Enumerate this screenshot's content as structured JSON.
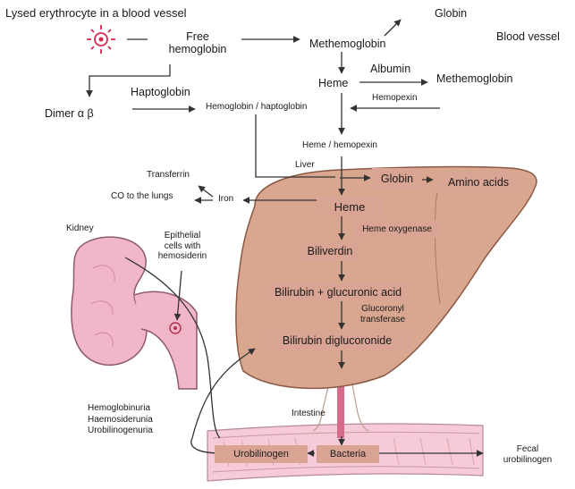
{
  "labels": {
    "lysed": "Lysed erythrocyte in a blood vessel",
    "free_hb_1": "Free",
    "free_hb_2": "hemoglobin",
    "methemoglobin_top": "Methemoglobin",
    "globin_top": "Globin",
    "blood_vessel": "Blood vessel",
    "albumin": "Albumin",
    "heme_top": "Heme",
    "methemoglobin_right": "Methemoglobin",
    "hemopexin": "Hemopexin",
    "haptoglobin": "Haptoglobin",
    "dimer": "Dimer α β",
    "hb_haptoglobin": "Hemoglobin / haptoglobin",
    "heme_hemopexin": "Heme / hemopexin",
    "liver": "Liver",
    "transferrin": "Transferrin",
    "co_lungs": "CO to the lungs",
    "iron": "Iron",
    "globin_liver": "Globin",
    "amino_acids": "Amino acids",
    "heme_liver": "Heme",
    "heme_oxygenase": "Heme oxygenase",
    "biliverdin": "Biliverdin",
    "bilirubin_glucuronic": "Bilirubin + glucuronic acid",
    "glucuronyl_1": "Glucoronyl",
    "glucuronyl_2": "transferase",
    "bilirubin_diglucoronide": "Bilirubin diglucoronide",
    "kidney": "Kidney",
    "epithelial_1": "Epithelial",
    "epithelial_2": "cells with",
    "epithelial_3": "hemosiderin",
    "hemoglobinuria": "Hemoglobinuria",
    "haemosiderunia": "Haemosiderunia",
    "urobilinogenuria": "Urobilinogenuria",
    "intestine": "Intestine",
    "urobilinogen": "Urobilinogen",
    "bacteria": "Bacteria",
    "fecal_1": "Fecal",
    "fecal_2": "urobilinogen"
  },
  "colors": {
    "liver_fill": "#d9a68f",
    "liver_stroke": "#8a5a46",
    "box_fill": "#d9a493",
    "kidney_fill": "#f1b7c9",
    "kidney_stroke": "#8b5a6b",
    "intestine_fill": "#f6cad6",
    "intestine_stroke": "#b7889a",
    "bile_duct": "#d86a8a",
    "arrow": "#333333",
    "star": "#d7284e"
  }
}
